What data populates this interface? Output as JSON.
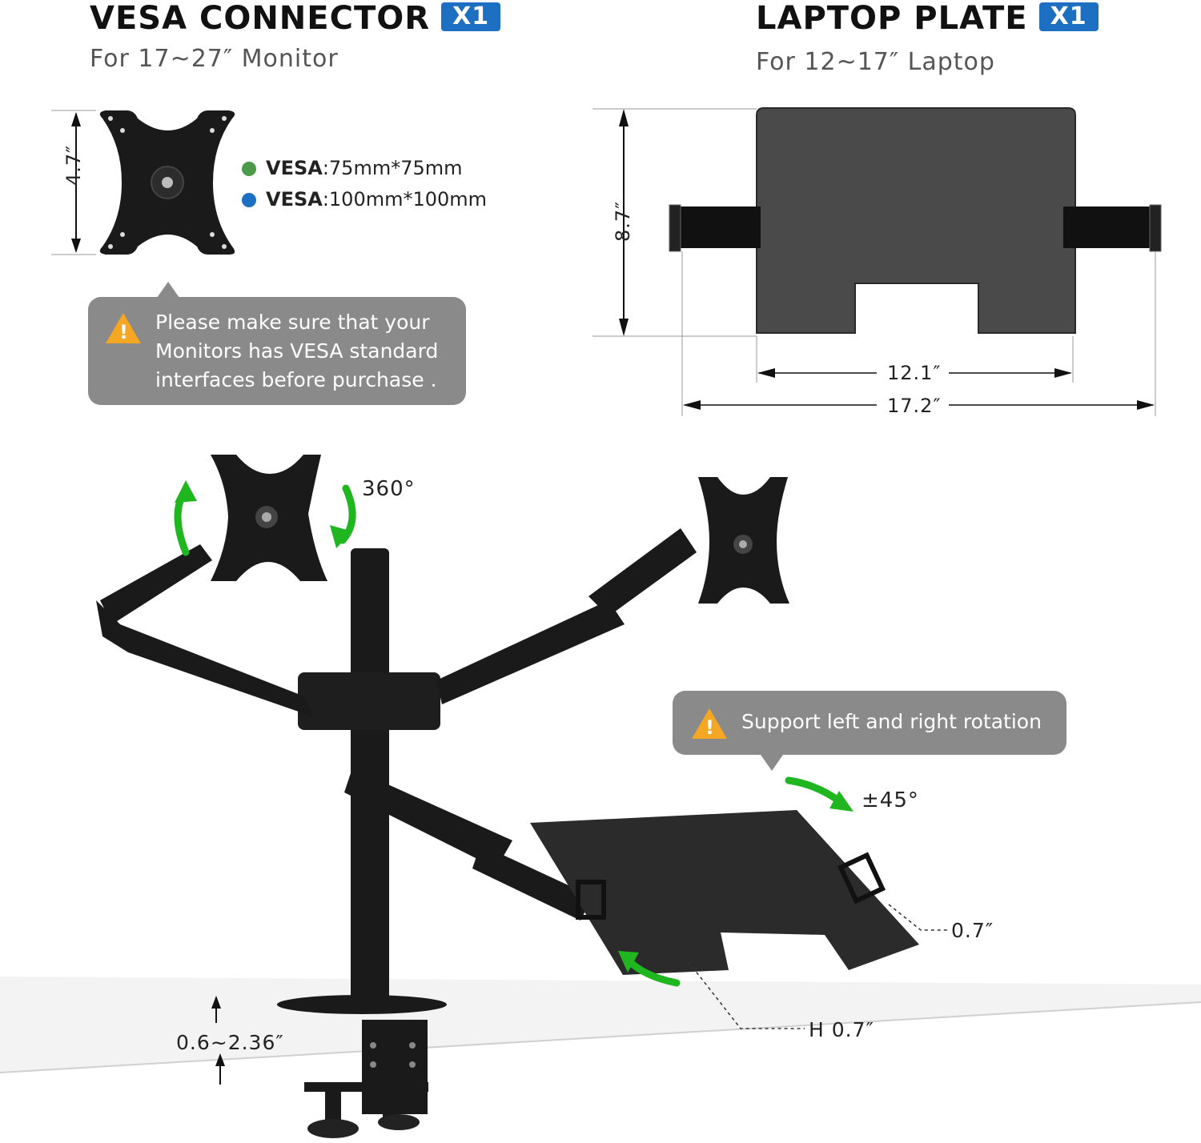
{
  "vesa": {
    "title": "VESA CONNECTOR",
    "badge": "X1",
    "subtitle": "For 17~27″ Monitor",
    "height_dim": "4.7″",
    "spec1_label": "VESA",
    "spec1_value": ":75mm*75mm",
    "spec1_color": "#4a9a4a",
    "spec2_label": "VESA",
    "spec2_value": ":100mm*100mm",
    "spec2_color": "#1d6fc1",
    "warning_lines": [
      "Please make sure that your",
      "Monitors has VESA standard",
      "interfaces before purchase ."
    ]
  },
  "laptop": {
    "title": "LAPTOP PLATE",
    "badge": "X1",
    "subtitle": "For 12~17″ Laptop",
    "height_dim": "8.7″",
    "width_inner": "12.1″",
    "width_outer": "17.2″"
  },
  "product": {
    "rotation_label": "360°",
    "tilt_label": "±45°",
    "rotation_note": "Support left and right rotation",
    "lip_dim": "0.7″",
    "height_lip_dim": "H 0.7″",
    "clamp_dim": "0.6~2.36″"
  },
  "colors": {
    "accent_blue": "#1d6fc1",
    "note_gray": "#8a8a8a",
    "warning": "#f5a623",
    "arrow_green": "#1fb61f"
  }
}
